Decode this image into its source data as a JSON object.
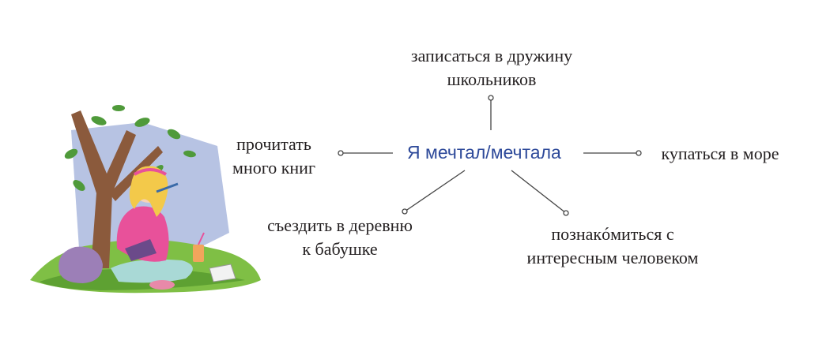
{
  "center": {
    "label": "Я мечтал/мечтала"
  },
  "ideas": [
    {
      "id": "druzhina",
      "lines": [
        "записаться в дружину",
        "школьников"
      ]
    },
    {
      "id": "knigi",
      "lines": [
        "прочитать",
        "много книг"
      ]
    },
    {
      "id": "more",
      "lines": [
        "купаться в море"
      ]
    },
    {
      "id": "derevnya",
      "lines": [
        "съездить в деревню",
        "к бабушке"
      ]
    },
    {
      "id": "chelovek",
      "lines": [
        "познакóмиться с",
        "интересным человеком"
      ]
    }
  ],
  "colors": {
    "center_text": "#2e4a9a",
    "text": "#231f20",
    "line": "#444444"
  }
}
